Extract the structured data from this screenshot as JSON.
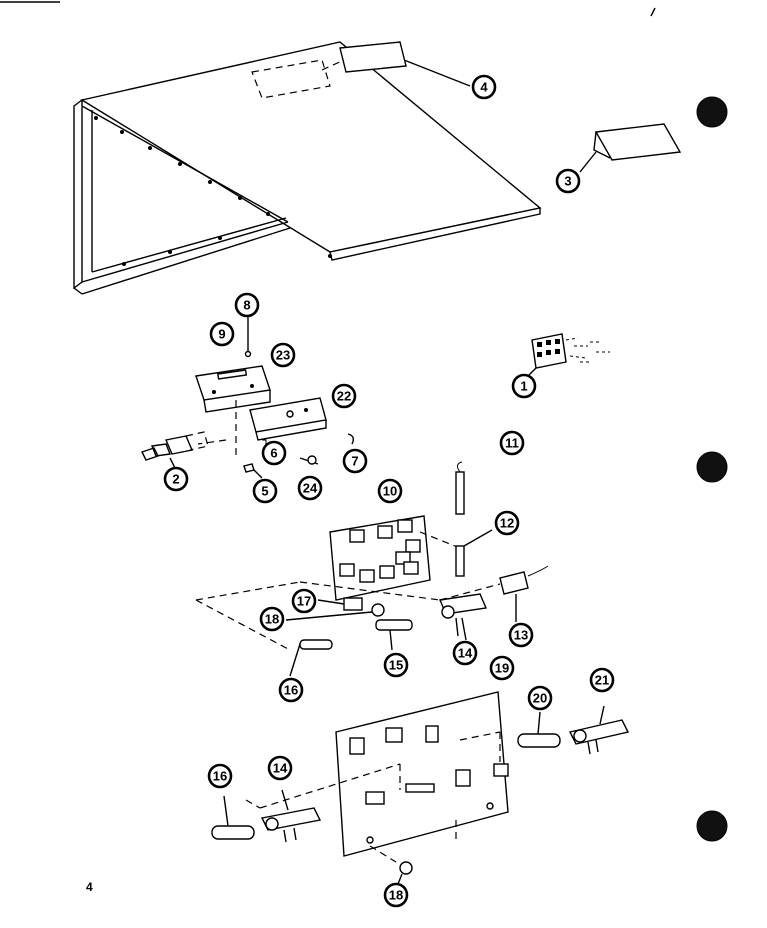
{
  "page_number": "4",
  "callouts": [
    "1",
    "2",
    "3",
    "4",
    "5",
    "6",
    "7",
    "8",
    "9",
    "10",
    "11",
    "12",
    "13",
    "14",
    "15",
    "16",
    "17",
    "18",
    "19",
    "20",
    "21",
    "22",
    "23",
    "24",
    "14",
    "16",
    "18"
  ]
}
